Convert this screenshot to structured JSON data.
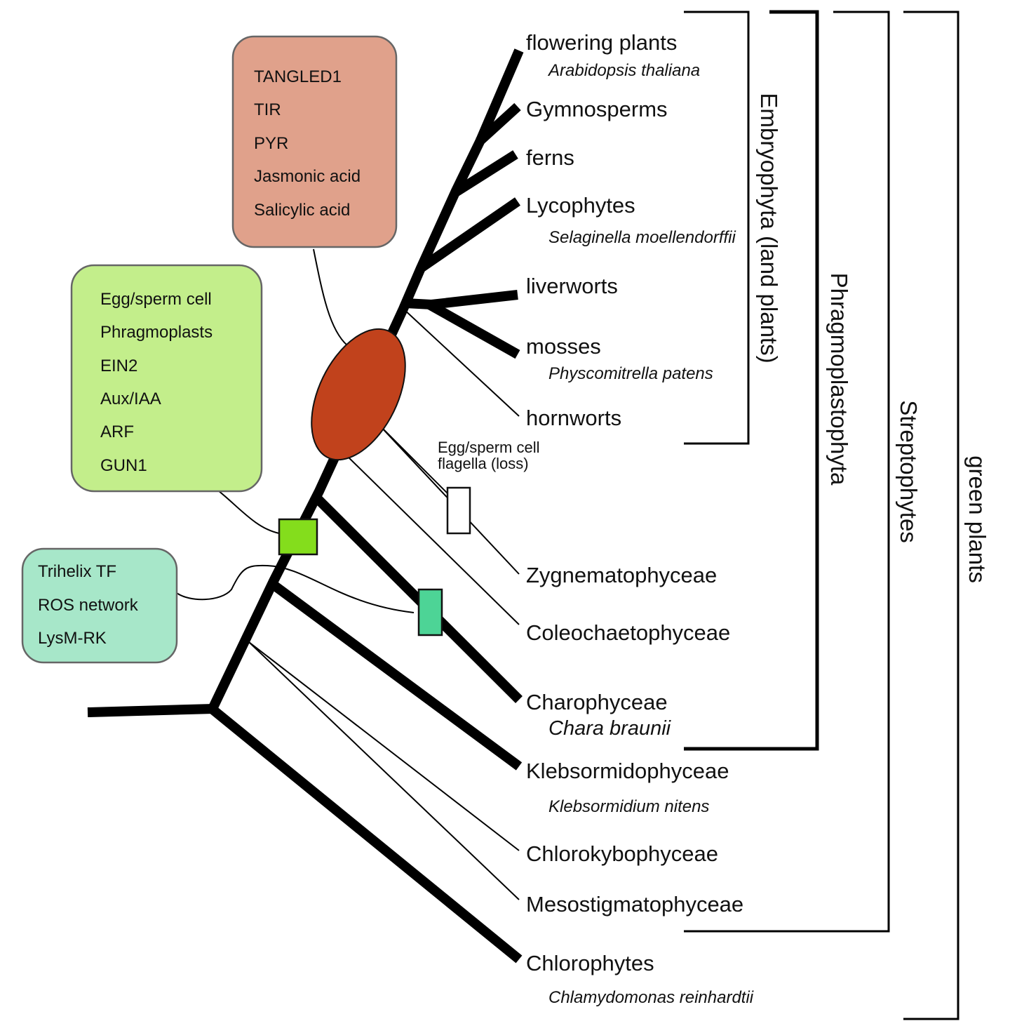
{
  "taxa": [
    {
      "name": "flowering plants",
      "species": "Arabidopsis thaliana"
    },
    {
      "name": "Gymnosperms"
    },
    {
      "name": "ferns"
    },
    {
      "name": "Lycophytes",
      "species": "Selaginella moellendorffii"
    },
    {
      "name": "liverworts"
    },
    {
      "name": "mosses",
      "species": "Physcomitrella patens"
    },
    {
      "name": "hornworts"
    },
    {
      "name": "Zygnematophyceae"
    },
    {
      "name": "Coleochaetophyceae"
    },
    {
      "name": "Charophyceae",
      "species": "Chara braunii"
    },
    {
      "name": "Klebsormidophyceae",
      "species": "Klebsormidium nitens"
    },
    {
      "name": "Chlorokybophyceae"
    },
    {
      "name": "Mesostigmatophyceae"
    },
    {
      "name": "Chlorophytes",
      "species": "Chlamydomonas reinhardtii"
    }
  ],
  "clades": [
    "Embryophyta (land plants)",
    "Phragmoplastophyta",
    "Streptophytes",
    "green plants"
  ],
  "boxes": {
    "land_plant_box": {
      "items": [
        "TANGLED1",
        "TIR",
        "PYR",
        "Jasmonic acid",
        "Salicylic acid"
      ],
      "color": "#e0a18b"
    },
    "phragmoplast_box": {
      "items": [
        "Egg/sperm cell",
        "Phragmoplasts",
        "EIN2",
        "Aux/IAA",
        "ARF",
        "GUN1"
      ],
      "color": "#c3ee8b"
    },
    "streptophyte_box": {
      "items": [
        "Trihelix TF",
        "ROS network",
        "LysM-RK"
      ],
      "color": "#a7e7c9"
    }
  },
  "flagella_note": {
    "line1": "Egg/sperm cell",
    "line2": "flagella (loss)"
  },
  "colors": {
    "ellipse": "#c1421c",
    "green_marker": "#84dd1c",
    "teal_marker": "#4dd496",
    "loss_marker": "#ffffff"
  }
}
